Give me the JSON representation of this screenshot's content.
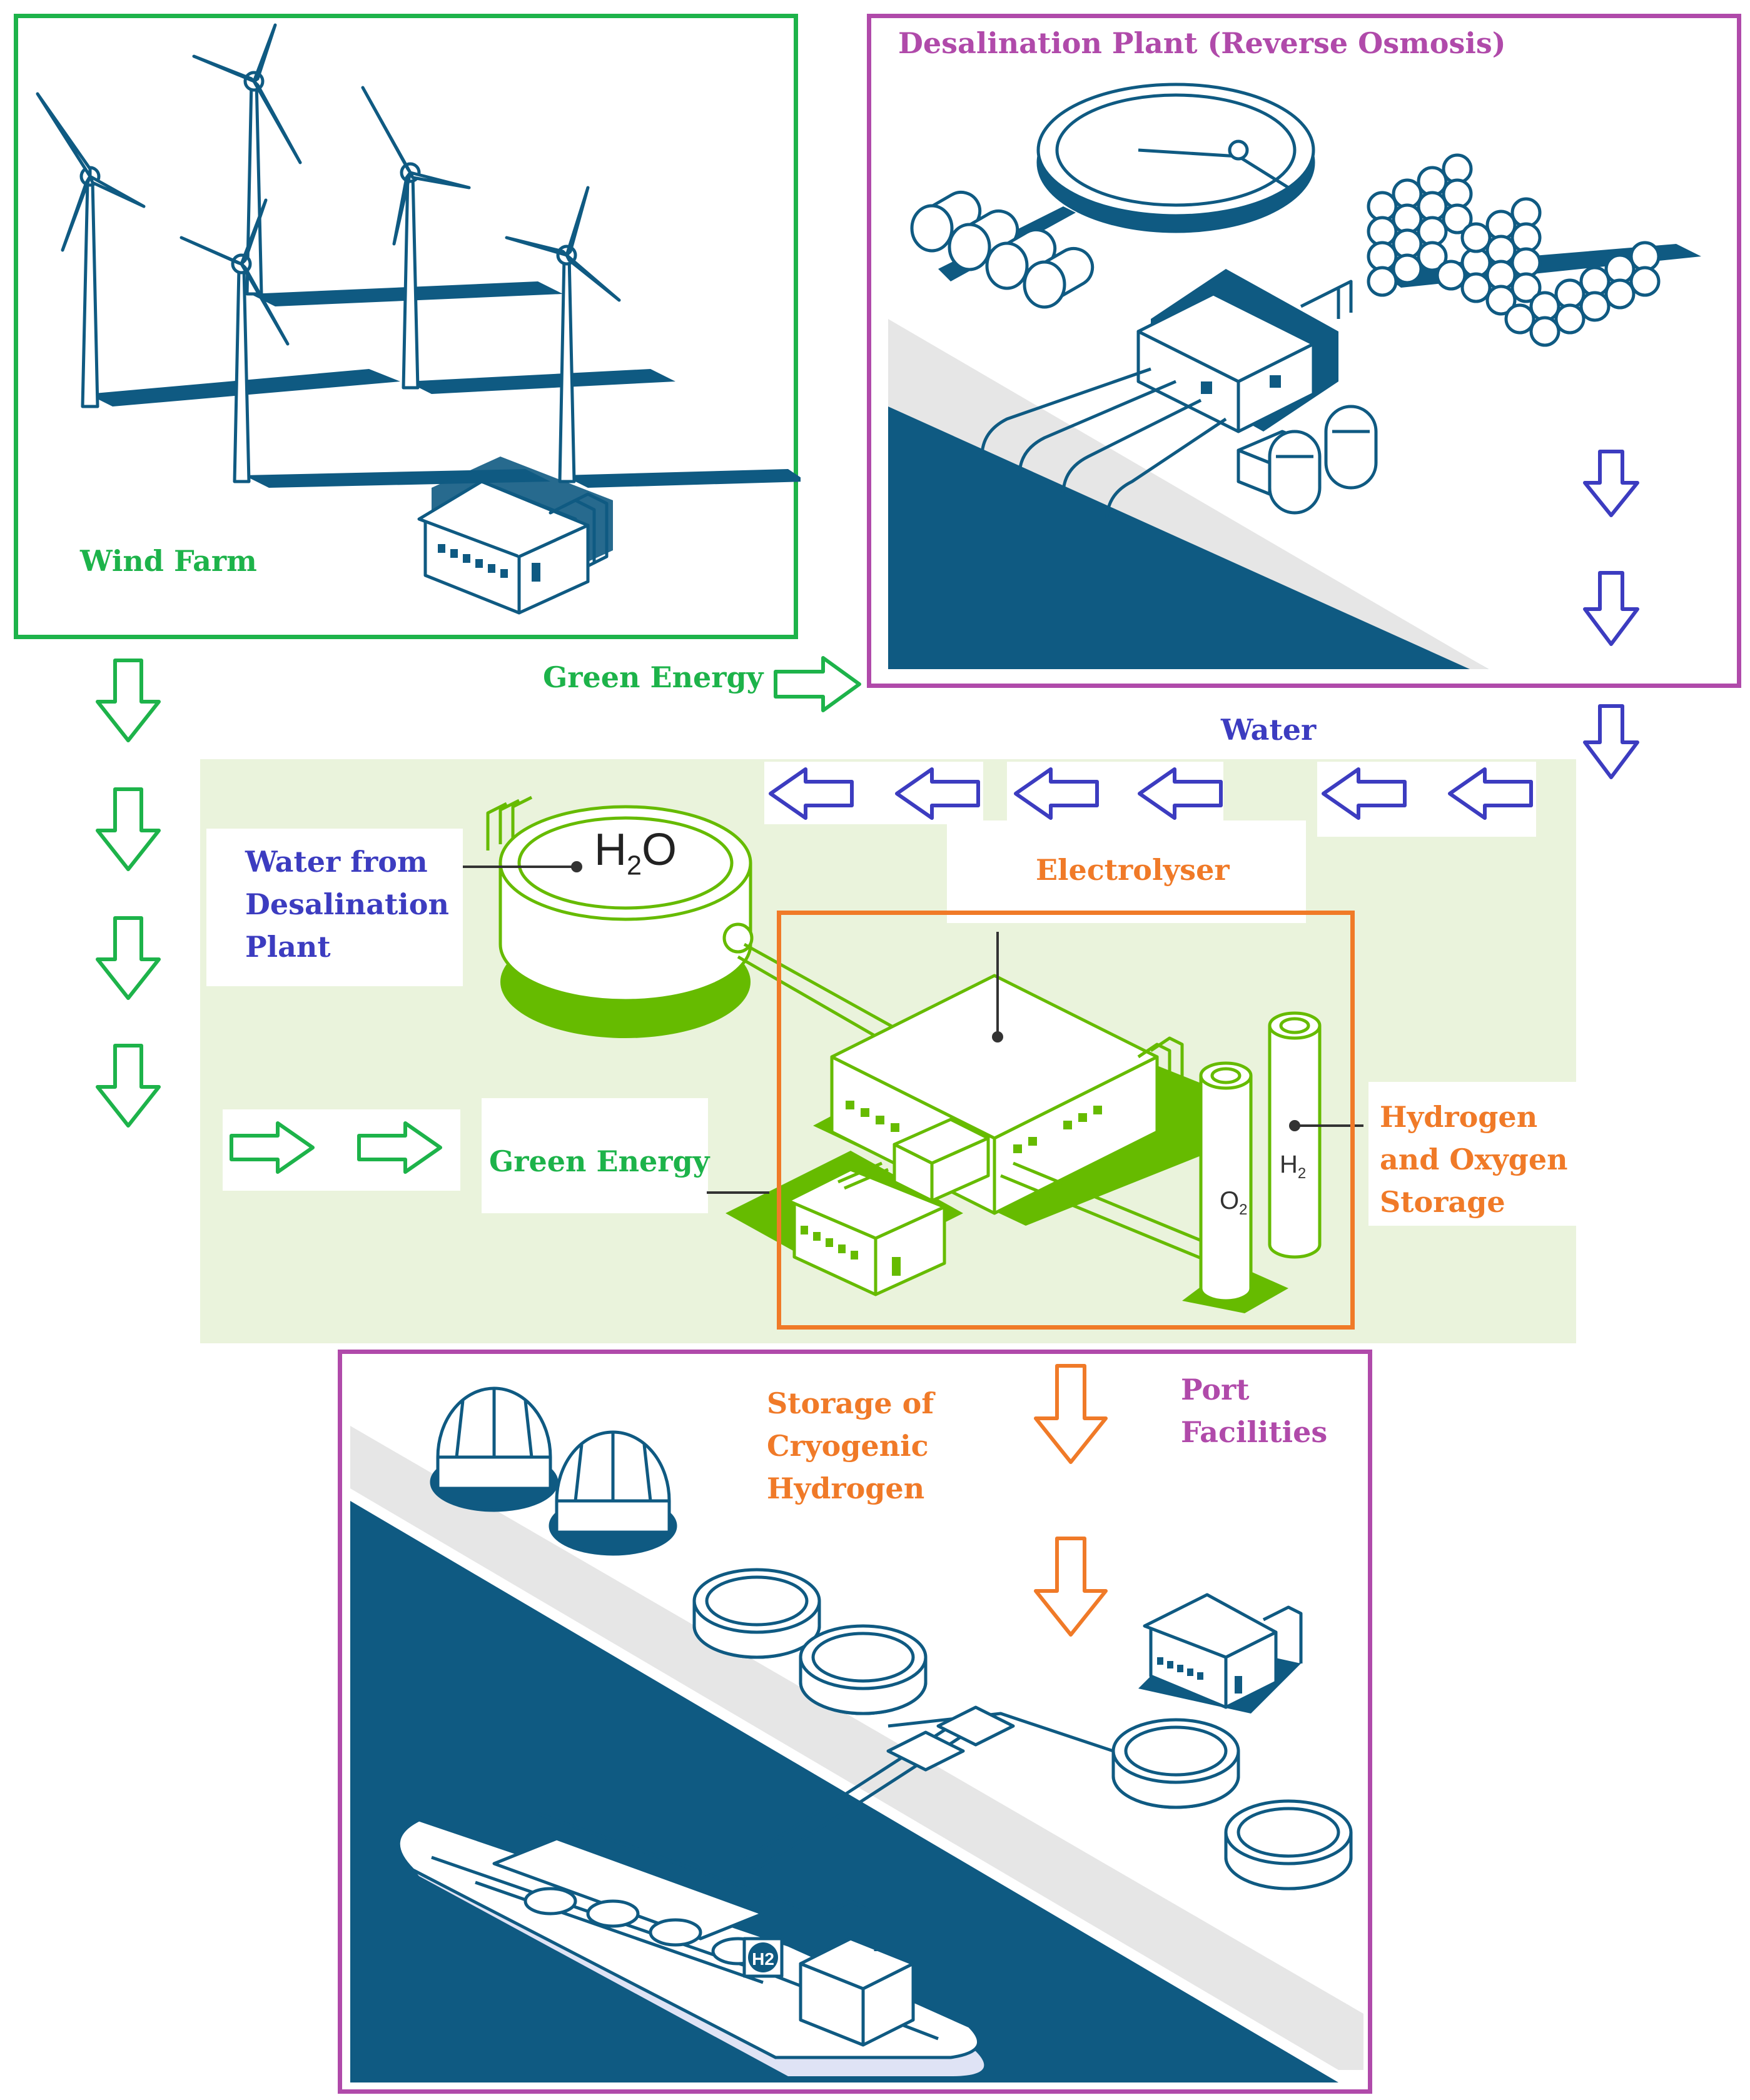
{
  "labels": {
    "wind_farm": "Wind Farm",
    "desalination": "Desalination Plant (Reverse Osmosis)",
    "green_energy_top": "Green Energy",
    "water": "Water",
    "water_from": [
      "Water from",
      "Desalination",
      "Plant"
    ],
    "h2o": "H2O",
    "electrolyser": "Electrolyser",
    "green_energy_mid": "Green Energy",
    "storage_ho": [
      "Hydrogen",
      "and Oxygen",
      "Storage"
    ],
    "o2": "O2",
    "h2": "H2",
    "cryogenic": [
      "Storage of",
      "Cryogenic",
      "Hydrogen"
    ],
    "port": [
      "Port",
      "Facilities"
    ],
    "ship_badge": "H2"
  },
  "colors": {
    "green": "#1db34a",
    "blue_arrow": "#3c3cc0",
    "orange": "#f07a28",
    "purple": "#b04aaa",
    "navy": "#0f5a82",
    "light_green_bg": "#eaf3dc",
    "lime": "#66bb00"
  },
  "icons": {
    "wind_turbines": "wind-turbine-icon",
    "desal_plant": "desalination-plant-icon",
    "electrolyser": "electrolyser-plant-icon",
    "port": "port-ship-icon"
  }
}
